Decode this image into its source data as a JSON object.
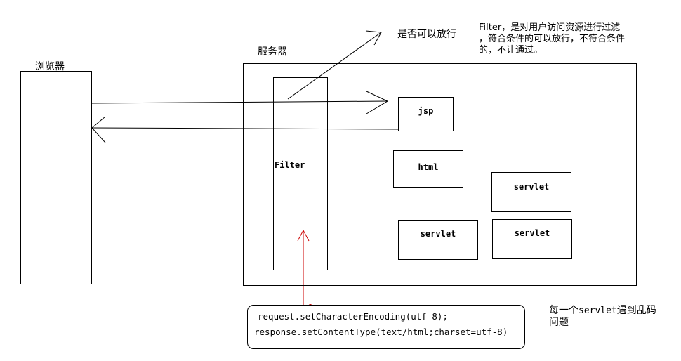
{
  "browser": {
    "label": "浏览器"
  },
  "server": {
    "label": "服务器"
  },
  "filter": {
    "label": "Filter"
  },
  "resources": {
    "jsp": "jsp",
    "html": "html",
    "servlet_1": "servlet",
    "servlet_2": "servlet",
    "servlet_3": "servlet"
  },
  "annotations": {
    "pass_question": "是否可以放行",
    "filter_desc_line1": "Filter，是对用户访问资源进行过滤",
    "filter_desc_line2": "，符合条件的可以放行，不符合条件",
    "filter_desc_line3": "的，不让通过。",
    "garble_line1_prefix": "每一个",
    "garble_line1_code": "servlet",
    "garble_line1_suffix": "遇到乱码",
    "garble_line2": "问题"
  },
  "code": {
    "line1": "request.setCharacterEncoding(utf-8);",
    "line2": "response.setContentType(text/html;charset=utf-8)"
  },
  "colors": {
    "red_arrow": "#cc0000"
  }
}
